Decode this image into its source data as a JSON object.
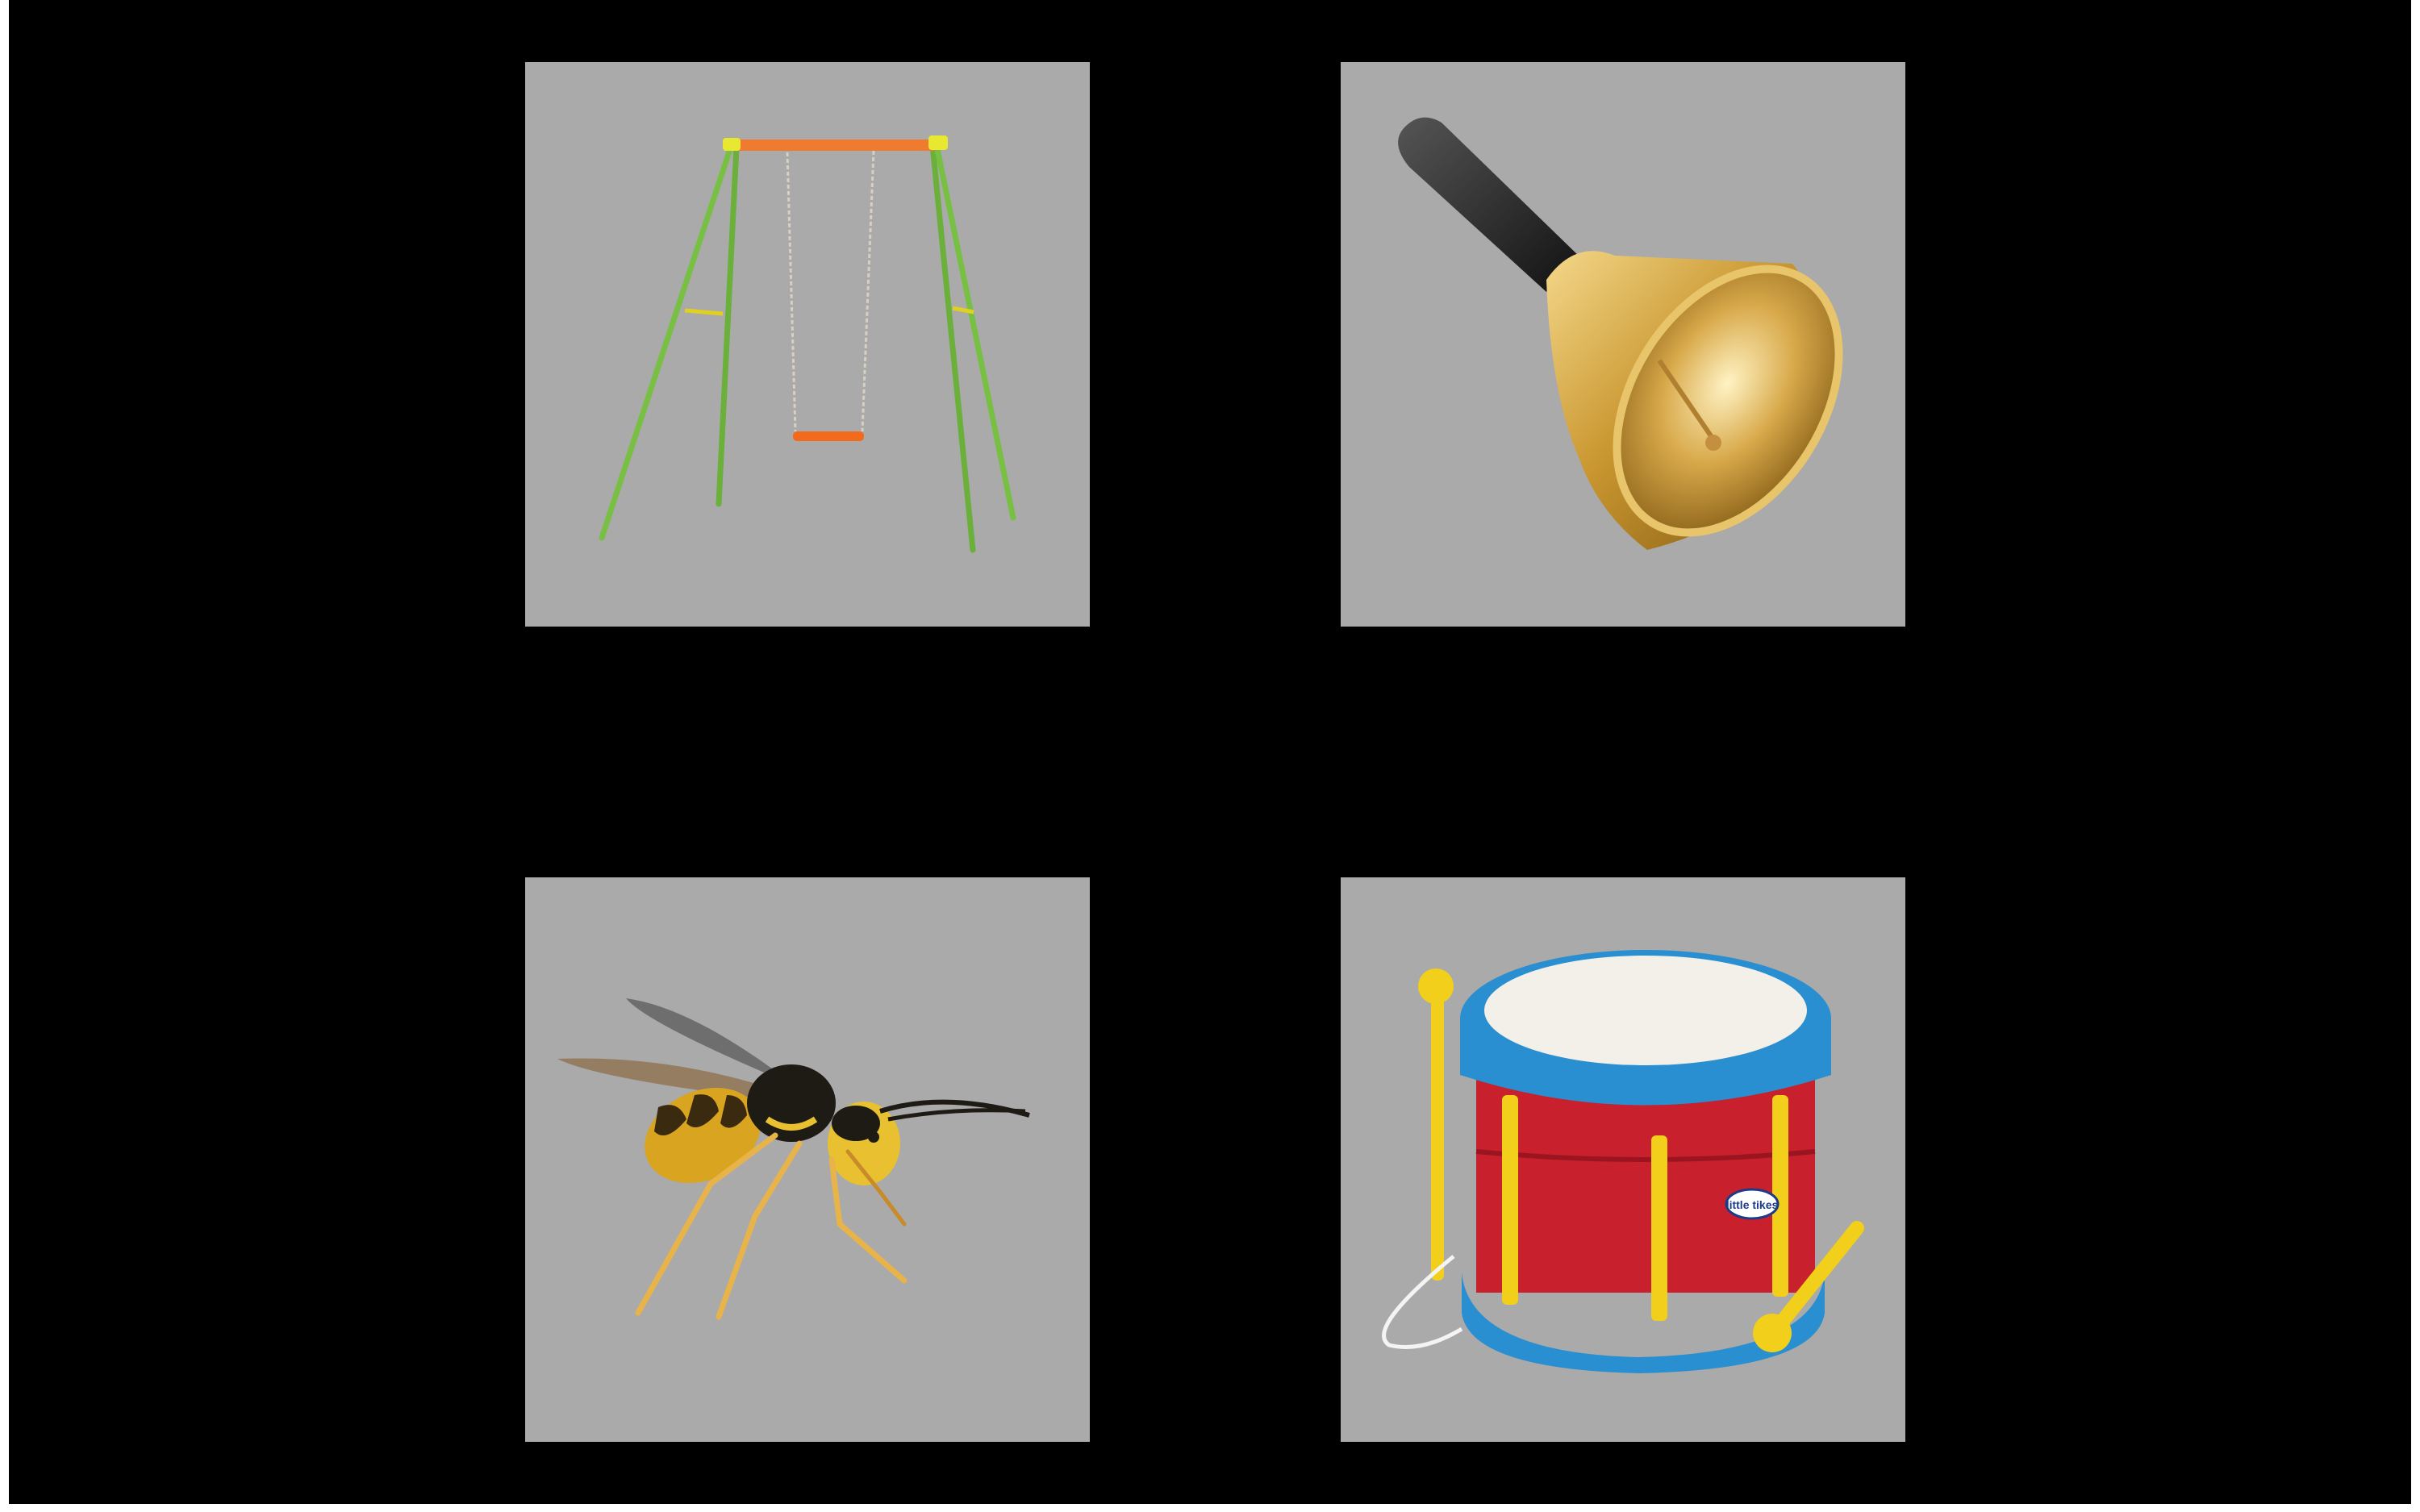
{
  "colors": {
    "background": "#000000",
    "card_background": "#aaaaaa",
    "border": "#ffffff"
  },
  "grid": {
    "columns": 2,
    "rows": 2
  },
  "items": [
    {
      "name": "swing",
      "icon": "swing-set-icon"
    },
    {
      "name": "bell",
      "icon": "hand-bell-icon"
    },
    {
      "name": "wasp",
      "icon": "wasp-icon"
    },
    {
      "name": "drum",
      "icon": "toy-drum-icon"
    }
  ],
  "drum": {
    "brand_text": "little tikes"
  }
}
